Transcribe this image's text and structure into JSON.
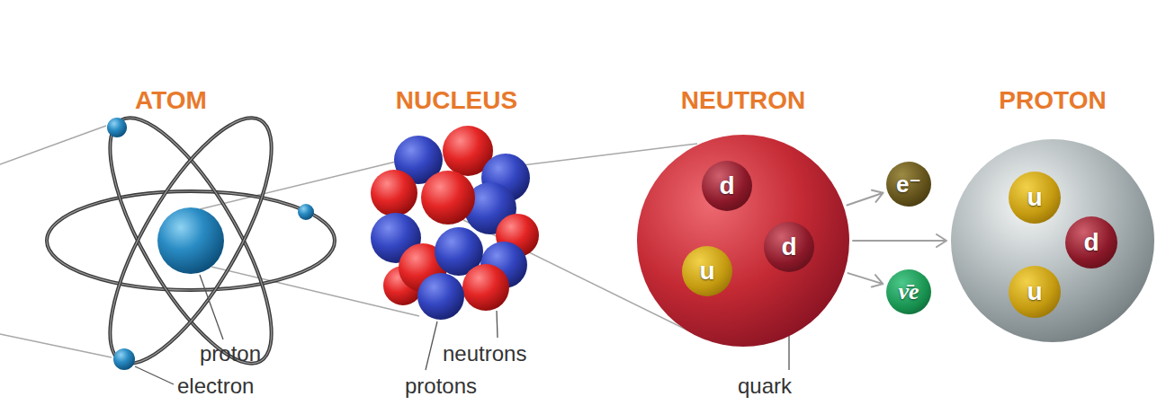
{
  "diagram": {
    "nodes": [
      {
        "text": [
          "ATOM"
        ]
      },
      {
        "text": [
          "NUCLEUS"
        ]
      },
      {
        "text": [
          "NEUTRON"
        ]
      },
      {
        "text": [
          "d"
        ],
        "in": 2
      },
      {
        "text": [
          "u"
        ],
        "in": 2
      },
      {
        "text": [
          "d"
        ],
        "in": 2
      },
      {
        "text": [
          "e⁻"
        ]
      },
      {
        "text": [
          "ν̄e"
        ]
      },
      {
        "text": [
          "PROTON"
        ]
      },
      {
        "text": [
          "u"
        ],
        "in": 8
      },
      {
        "text": [
          "d"
        ],
        "in": 8
      },
      {
        "text": [
          "u"
        ],
        "in": 8
      }
    ],
    "edges": [
      {
        "from": 2,
        "to": 6,
        "arrow": "to"
      },
      {
        "from": 2,
        "to": 8,
        "arrow": "to"
      },
      {
        "from": 2,
        "to": 7,
        "arrow": "to"
      }
    ],
    "labels": [
      "proton",
      "electron",
      "neutrons",
      "protons",
      "quark"
    ]
  }
}
